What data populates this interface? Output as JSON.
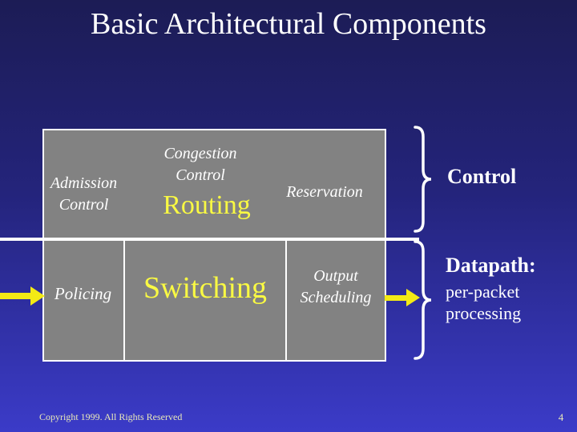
{
  "slide": {
    "title": "Basic Architectural Components",
    "footer": {
      "copyright": "Copyright 1999. All Rights Reserved",
      "page_number": "4"
    }
  },
  "diagram": {
    "box": {
      "admission": {
        "line1": "Admission",
        "line2": "Control"
      },
      "congestion": {
        "line1": "Congestion",
        "line2": "Control"
      },
      "routing": "Routing",
      "reservation": "Reservation",
      "policing": "Policing",
      "switching": "Switching",
      "output_scheduling": {
        "line1": "Output",
        "line2": "Scheduling"
      }
    },
    "annotations": {
      "control": "Control",
      "datapath_title": "Datapath:",
      "datapath_line1": "per-packet",
      "datapath_line2": "processing"
    },
    "icons": {
      "left_arrow": "right-pointing-arrow",
      "right_arrow": "right-pointing-arrow",
      "control_brace": "right-curly-brace",
      "datapath_brace": "right-curly-brace"
    }
  },
  "colors": {
    "background_top": "#1c1c55",
    "background_mid": "#24247c",
    "background_bottom": "#3b3bc8",
    "box_gray": "#828282",
    "line_white": "#ffffff",
    "text_white": "#ffffff",
    "accent_yellow": "#f9f943",
    "arrow_yellow": "#f3ea15",
    "footer_text": "#eaeab9"
  }
}
